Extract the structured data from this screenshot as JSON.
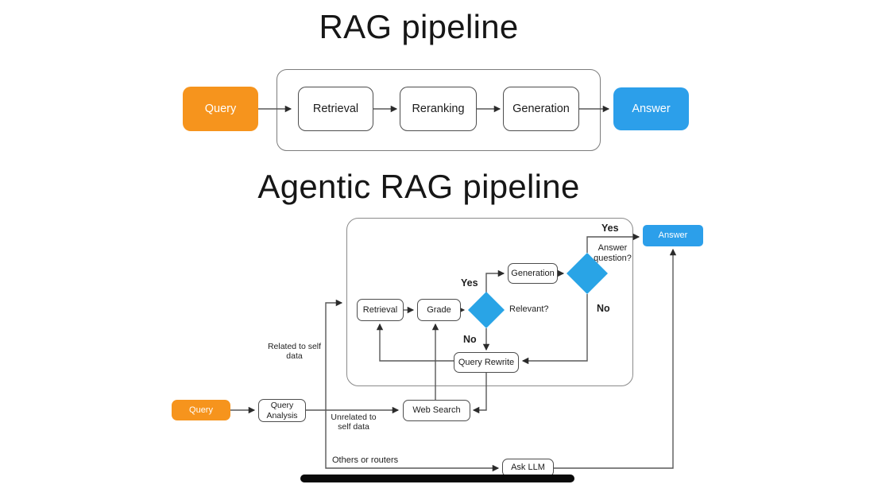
{
  "titles": {
    "top": "RAG pipeline",
    "bottom": "Agentic RAG pipeline"
  },
  "colors": {
    "orange": "#F6941D",
    "blue": "#2C9FEA",
    "diamond": "#29A4E6"
  },
  "top_pipeline": {
    "query_label": "Query",
    "stages": [
      {
        "label": "Retrieval"
      },
      {
        "label": "Reranking"
      },
      {
        "label": "Generation"
      }
    ],
    "answer_label": "Answer"
  },
  "agentic_pipeline": {
    "nodes": {
      "query": "Query",
      "query_analysis": "Query Analysis",
      "web_search": "Web Search",
      "ask_llm": "Ask LLM",
      "retrieval": "Retrieval",
      "grade": "Grade",
      "generation": "Generation",
      "query_rewrite": "Query Rewrite",
      "answer": "Answer"
    },
    "decisions": {
      "relevant": "Relevant?",
      "answer_question": "Answer question?"
    },
    "edge_labels": {
      "relevant_yes": "Yes",
      "relevant_no": "No",
      "answer_yes": "Yes",
      "answer_no": "No",
      "related_to_self_data": "Related to self data",
      "unrelated_to_self_data": "Unrelated to self data",
      "others_or_routers": "Others or routers"
    }
  }
}
